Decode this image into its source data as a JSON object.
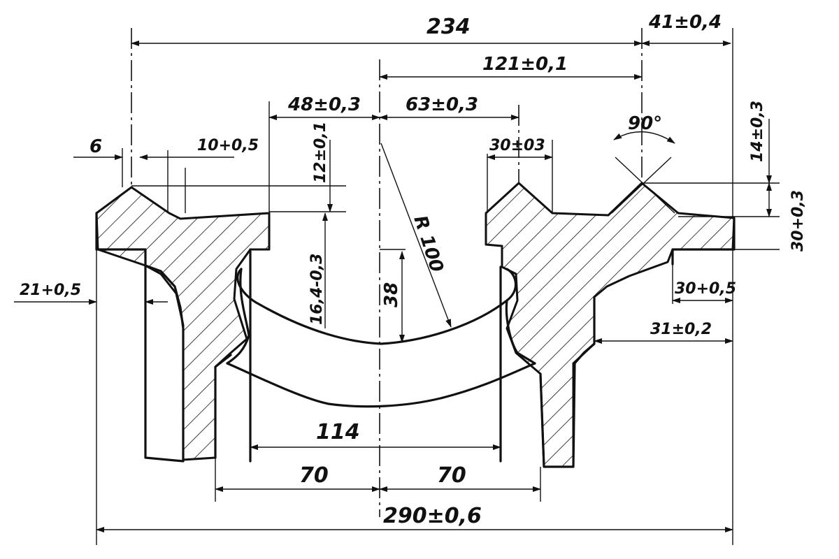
{
  "drawing": {
    "dimensions": {
      "overall_top": "234",
      "right_top": "41±0,4",
      "center_to_right": "121±0,1",
      "left_slot": "48±0,3",
      "right_slot": "63±0,3",
      "groove_width": "30±03",
      "angle": "90°",
      "left_edge_small": "6",
      "left_chamfer": "10+0,5",
      "vertical_12": "12±0,1",
      "radius": "R 100",
      "right_vertical_14": "14±0,3",
      "right_vertical_30": "30+0,3",
      "depth_164": "16,4-0,3",
      "depth_38": "38",
      "left_offset": "21+0,5",
      "right_step": "30+0,5",
      "right_offset": "31±0,2",
      "inner_width": "114",
      "half_left": "70",
      "half_right": "70",
      "overall_bottom": "290±0,6"
    }
  }
}
